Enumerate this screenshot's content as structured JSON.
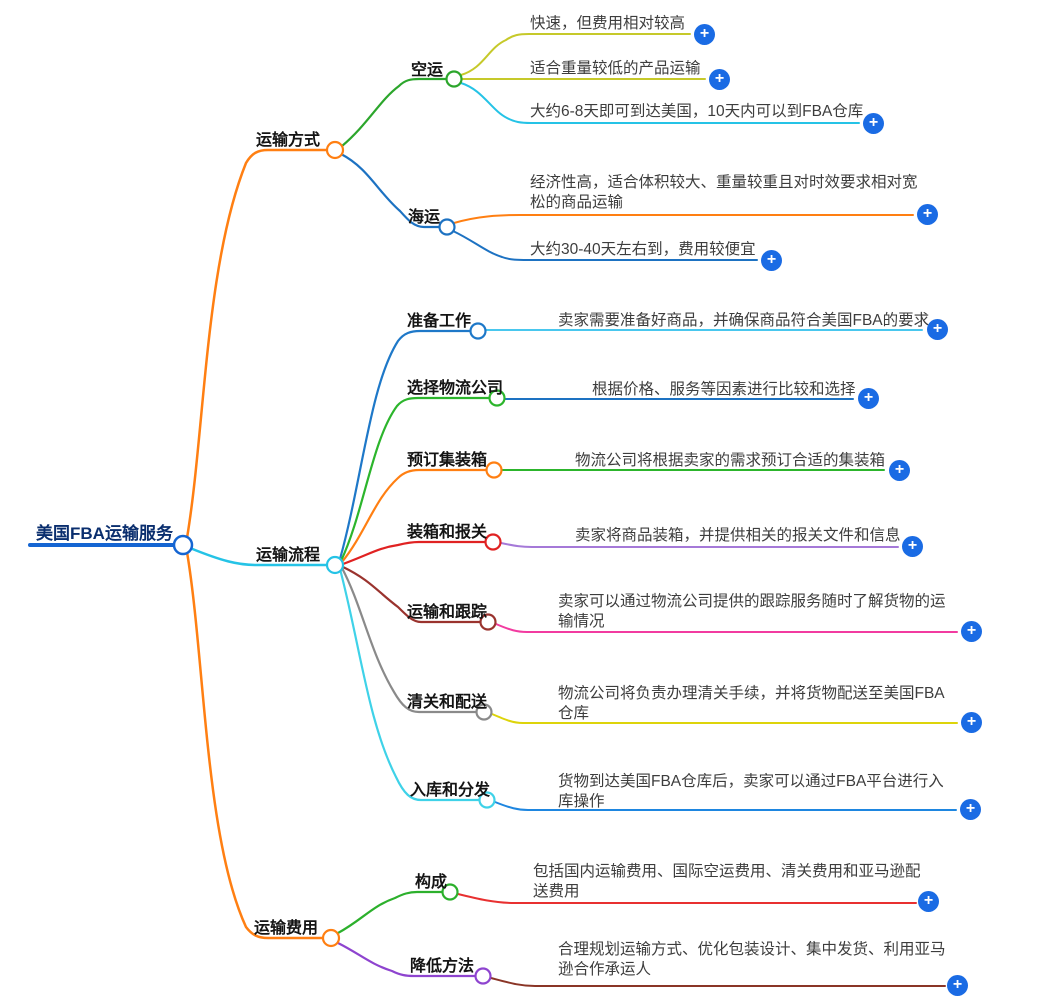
{
  "mindmap": {
    "plus_color": "#1a6be4",
    "root": {
      "label": "美国FBA运输服务",
      "color": "#1565d2",
      "text_color": "#0a2e6e"
    },
    "branches": [
      {
        "label": "运输方式",
        "color": "#ff7f12",
        "nodes": [
          {
            "label": "空运",
            "color": "#2ca62c",
            "leaves": [
              {
                "text": "快速，但费用相对较高",
                "color": "#c6c92a"
              },
              {
                "text": "适合重量较低的产品运输",
                "color": "#c6c92a"
              },
              {
                "text": "大约6-8天即可到达美国，10天内可以到FBA仓库",
                "color": "#25c3e6"
              }
            ]
          },
          {
            "label": "海运",
            "color": "#1d72c2",
            "leaves": [
              {
                "text": "经济性高，适合体积较大、重量较重且对时效要求相对宽\n松的商品运输",
                "color": "#ff7f12"
              },
              {
                "text": "大约30-40天左右到，费用较便宜",
                "color": "#1d72c2"
              }
            ]
          }
        ]
      },
      {
        "label": "运输流程",
        "color": "#25c3e6",
        "nodes": [
          {
            "label": "准备工作",
            "color": "#1e78c8",
            "leaves": [
              {
                "text": "卖家需要准备好商品，并确保商品符合美国FBA的要求",
                "color": "#49c7ee"
              }
            ]
          },
          {
            "label": "选择物流公司",
            "color": "#2cb52c",
            "leaves": [
              {
                "text": "根据价格、服务等因素进行比较和选择",
                "color": "#1d72c2"
              }
            ]
          },
          {
            "label": "预订集装箱",
            "color": "#ff7f12",
            "leaves": [
              {
                "text": "物流公司将根据卖家的需求预订合适的集装箱",
                "color": "#2cb52c"
              }
            ]
          },
          {
            "label": "装箱和报关",
            "color": "#e02222",
            "leaves": [
              {
                "text": "卖家将商品装箱，并提供相关的报关文件和信息",
                "color": "#a579d8"
              }
            ]
          },
          {
            "label": "运输和跟踪",
            "color": "#9a332e",
            "leaves": [
              {
                "text": "卖家可以通过物流公司提供的跟踪服务随时了解货物的运\n输情况",
                "color": "#f23ba0"
              }
            ]
          },
          {
            "label": "清关和配送",
            "color": "#8a8a8a",
            "leaves": [
              {
                "text": "物流公司将负责办理清关手续，并将货物配送至美国FBA\n仓库",
                "color": "#ddd40a"
              }
            ]
          },
          {
            "label": "入库和分发",
            "color": "#3fd2e8",
            "leaves": [
              {
                "text": "货物到达美国FBA仓库后，卖家可以通过FBA平台进行入\n库操作",
                "color": "#1e86e0"
              }
            ]
          }
        ]
      },
      {
        "label": "运输费用",
        "color": "#ff7f12",
        "nodes": [
          {
            "label": "构成",
            "color": "#2cb02c",
            "leaves": [
              {
                "text": "包括国内运输费用、国际空运费用、清关费用和亚马逊配\n送费用",
                "color": "#e83030"
              }
            ]
          },
          {
            "label": "降低方法",
            "color": "#8e44cf",
            "leaves": [
              {
                "text": "合理规划运输方式、优化包装设计、集中发货、利用亚马\n逊合作承运人",
                "color": "#8a3526"
              }
            ]
          }
        ]
      }
    ]
  }
}
